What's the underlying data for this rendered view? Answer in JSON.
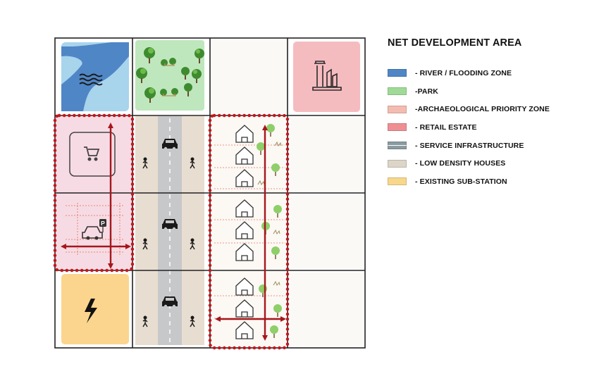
{
  "title": "NET DEVELOPMENT AREA",
  "legend": [
    {
      "label": "- RIVER / FLOODING ZONE",
      "color": "#4f86c6",
      "icon": "river-swatch"
    },
    {
      "label": "-PARK",
      "color": "#9fdb96",
      "icon": "park-swatch"
    },
    {
      "label": "-ARCHAEOLOGICAL PRIORITY ZONE",
      "color": "#f4bcb0",
      "icon": "archaeological-swatch"
    },
    {
      "label": "- RETAIL ESTATE",
      "color": "#ef8f93",
      "icon": "retail-swatch"
    },
    {
      "label": "- SERVICE INFRASTRUCTURE",
      "color": "#8a9aa1",
      "icon": "service-swatch"
    },
    {
      "label": "- LOW DENSITY HOUSES",
      "color": "#dcd5c8",
      "icon": "houses-swatch"
    },
    {
      "label": "- EXISTING SUB-STATION",
      "color": "#f8d78b",
      "icon": "substation-swatch"
    }
  ],
  "colors": {
    "river_bg": "#a8d4ec",
    "river": "#4f86c6",
    "park": "#bfe7bd",
    "archaeology": "#f5bcc0",
    "retail": "#f7dbe4",
    "road": "#c7c8c9",
    "sidewalk": "#e8ddd1",
    "substation": "#fbd58e",
    "housing_bg": "#fcf8f4",
    "empty_cell": "#fbf9f6",
    "boundary": "#c4161c",
    "arrow": "#a5171c",
    "grid": "#222222"
  }
}
